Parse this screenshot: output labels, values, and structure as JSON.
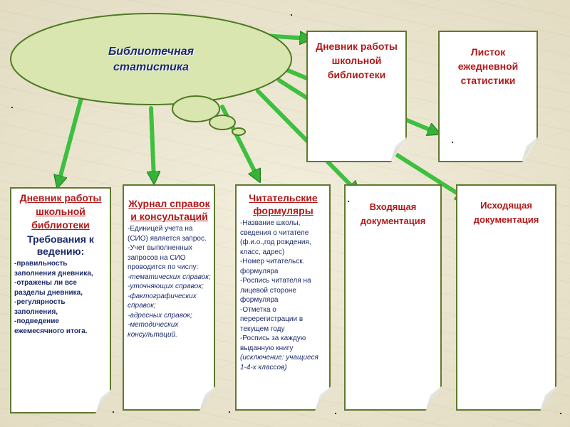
{
  "hub": {
    "label_line1": "Библиотечная",
    "label_line2": "статистика"
  },
  "top_cards": [
    {
      "id": "diary-top",
      "title": "Дневник работы школьной библиотеки"
    },
    {
      "id": "daily-sheet",
      "title": "Листок ежедневной статистики"
    }
  ],
  "bottom_cards": {
    "diary": {
      "title": "Дневник работы школьной библиотеки",
      "subtitle": "Требования к ведению:",
      "items": [
        "-правильность заполнения дневника,",
        "-отражены ли все разделы дневника,",
        "-регулярность заполнения,",
        "-подведение ежемесячного итога."
      ]
    },
    "journal": {
      "title": "Журнал справок и консультаций",
      "items": [
        {
          "text": "-Единицей учета на (СИО) является запрос.",
          "italic": false
        },
        {
          "text": "-Учет выполненных запросов на СИО проводится по числу:",
          "italic": false
        },
        {
          "text": "-тематических справок;",
          "italic": true
        },
        {
          "text": "-уточняющих справок;",
          "italic": true
        },
        {
          "text": "-фактографических справок;",
          "italic": true
        },
        {
          "text": "-адресных справок;",
          "italic": true
        },
        {
          "text": "-методических консультаций.",
          "italic": true
        }
      ]
    },
    "forms": {
      "title": "Читательские формуляры",
      "items": [
        {
          "text": "-Название школы, сведения о читателе (ф.и.о.,год рождения, класс, адрес)",
          "italic": false
        },
        {
          "text": "-Номер читательск. формуляра",
          "italic": false
        },
        {
          "text": "-Роспись читателя на лицевой стороне формуляра",
          "italic": false
        },
        {
          "text": "-Отметка о перерегистрации в текущем году",
          "italic": false
        },
        {
          "text": "-Роспись за каждую выданную книгу",
          "italic": false
        },
        {
          "text": "(исключение: учащиеся\n1-4-х классов)",
          "italic": true
        }
      ]
    },
    "incoming": {
      "title": "Входящая документация"
    },
    "outgoing": {
      "title": "Исходящая документация"
    }
  },
  "colors": {
    "arrow": "#3fbf3f",
    "cloud_fill": "#d9e6b0",
    "card_title": "#b21a1a",
    "card_text": "#1b2a6b"
  }
}
